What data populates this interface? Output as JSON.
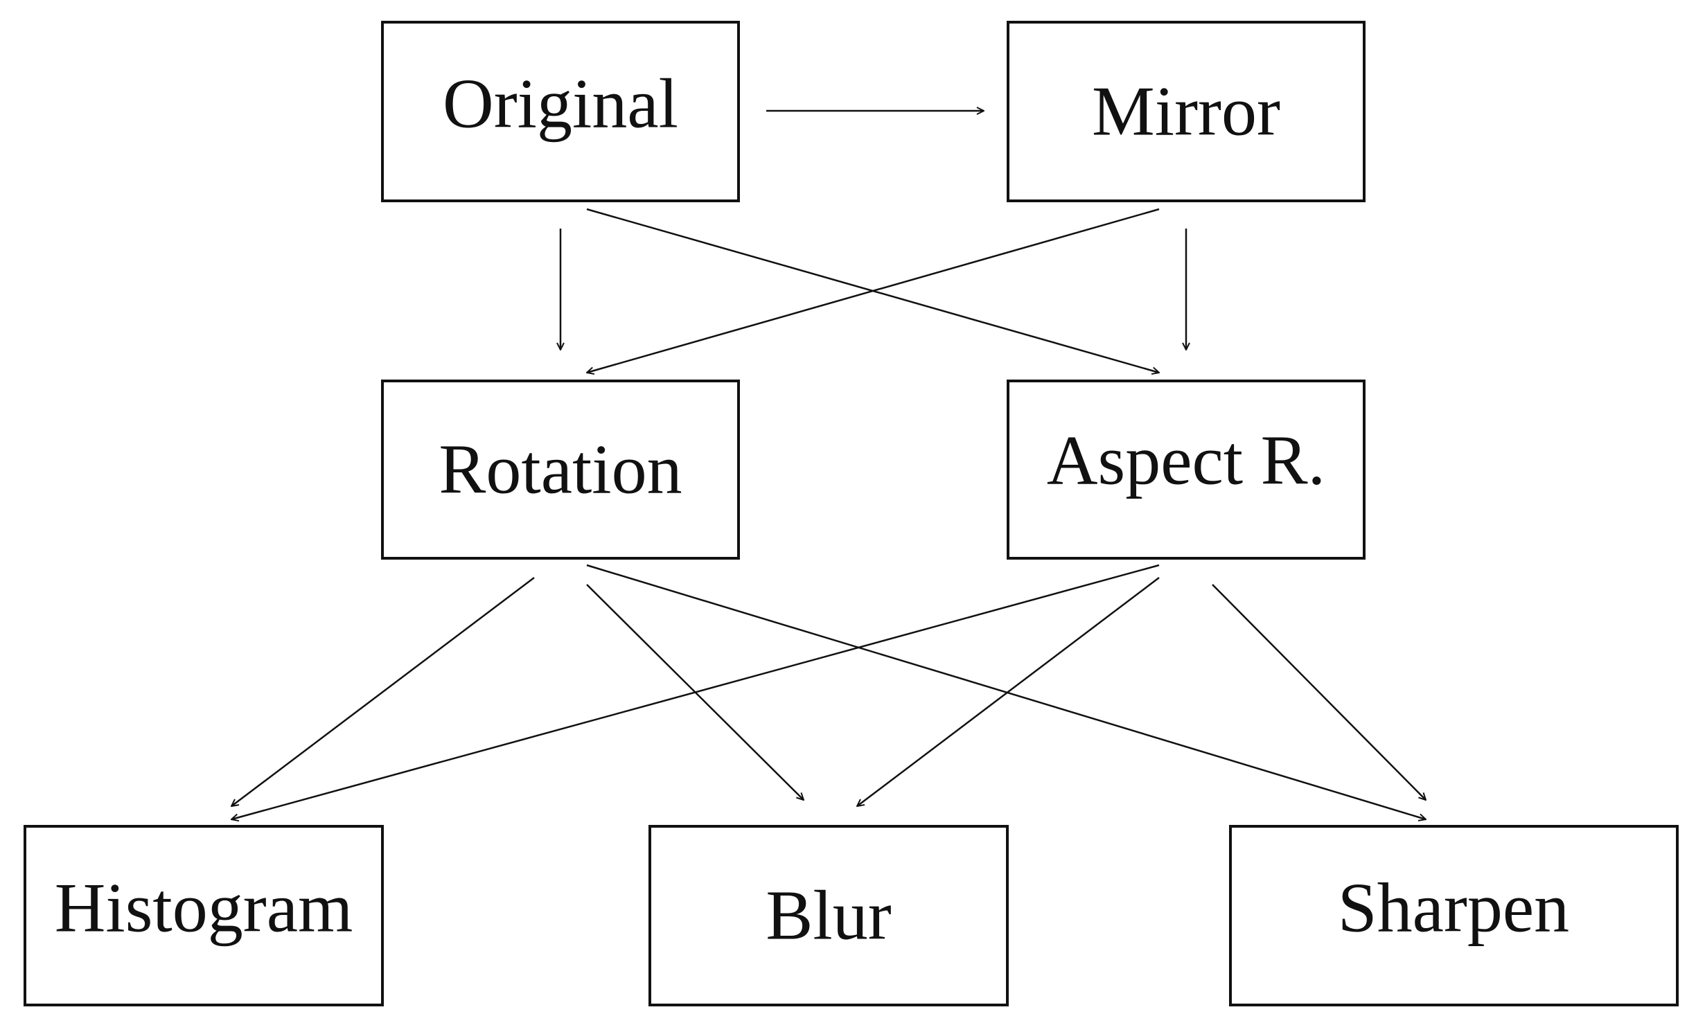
{
  "diagram": {
    "nodes": {
      "original": "Original",
      "mirror": "Mirror",
      "rotation": "Rotation",
      "aspect": "Aspect R.",
      "histogram": "Histogram",
      "blur": "Blur",
      "sharpen": "Sharpen"
    },
    "edges": [
      {
        "from": "original",
        "to": "mirror"
      },
      {
        "from": "original",
        "to": "rotation"
      },
      {
        "from": "original",
        "to": "aspect"
      },
      {
        "from": "mirror",
        "to": "rotation"
      },
      {
        "from": "mirror",
        "to": "aspect"
      },
      {
        "from": "rotation",
        "to": "histogram"
      },
      {
        "from": "rotation",
        "to": "blur"
      },
      {
        "from": "rotation",
        "to": "sharpen"
      },
      {
        "from": "aspect",
        "to": "histogram"
      },
      {
        "from": "aspect",
        "to": "blur"
      },
      {
        "from": "aspect",
        "to": "sharpen"
      }
    ],
    "colors": {
      "stroke": "#111111",
      "background": "#ffffff"
    }
  }
}
